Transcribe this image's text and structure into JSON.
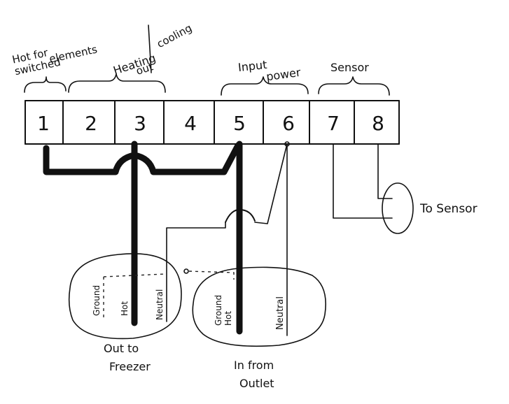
{
  "groups": {
    "hot_switched": "Hot for switched elements",
    "hot_switched_line1": "Hot for",
    "hot_switched_line2": "switched",
    "hot_switched_line3": "elements",
    "heating": "Heating",
    "cooling": "cooling",
    "out": "out",
    "input_power_line1": "Input",
    "input_power_line2": "power",
    "sensor": "Sensor"
  },
  "terminals": [
    "1",
    "2",
    "3",
    "4",
    "5",
    "6",
    "7",
    "8"
  ],
  "sensor_label": "To Sensor",
  "freezer_plug": {
    "caption_line1": "Out to",
    "caption_line2": "Freezer",
    "ground": "Ground",
    "hot": "Hot",
    "neutral": "Neutral"
  },
  "outlet_plug": {
    "caption_line1": "In from",
    "caption_line2": "Outlet",
    "ground": "Ground",
    "hot": "Hot",
    "neutral": "Neutral"
  }
}
